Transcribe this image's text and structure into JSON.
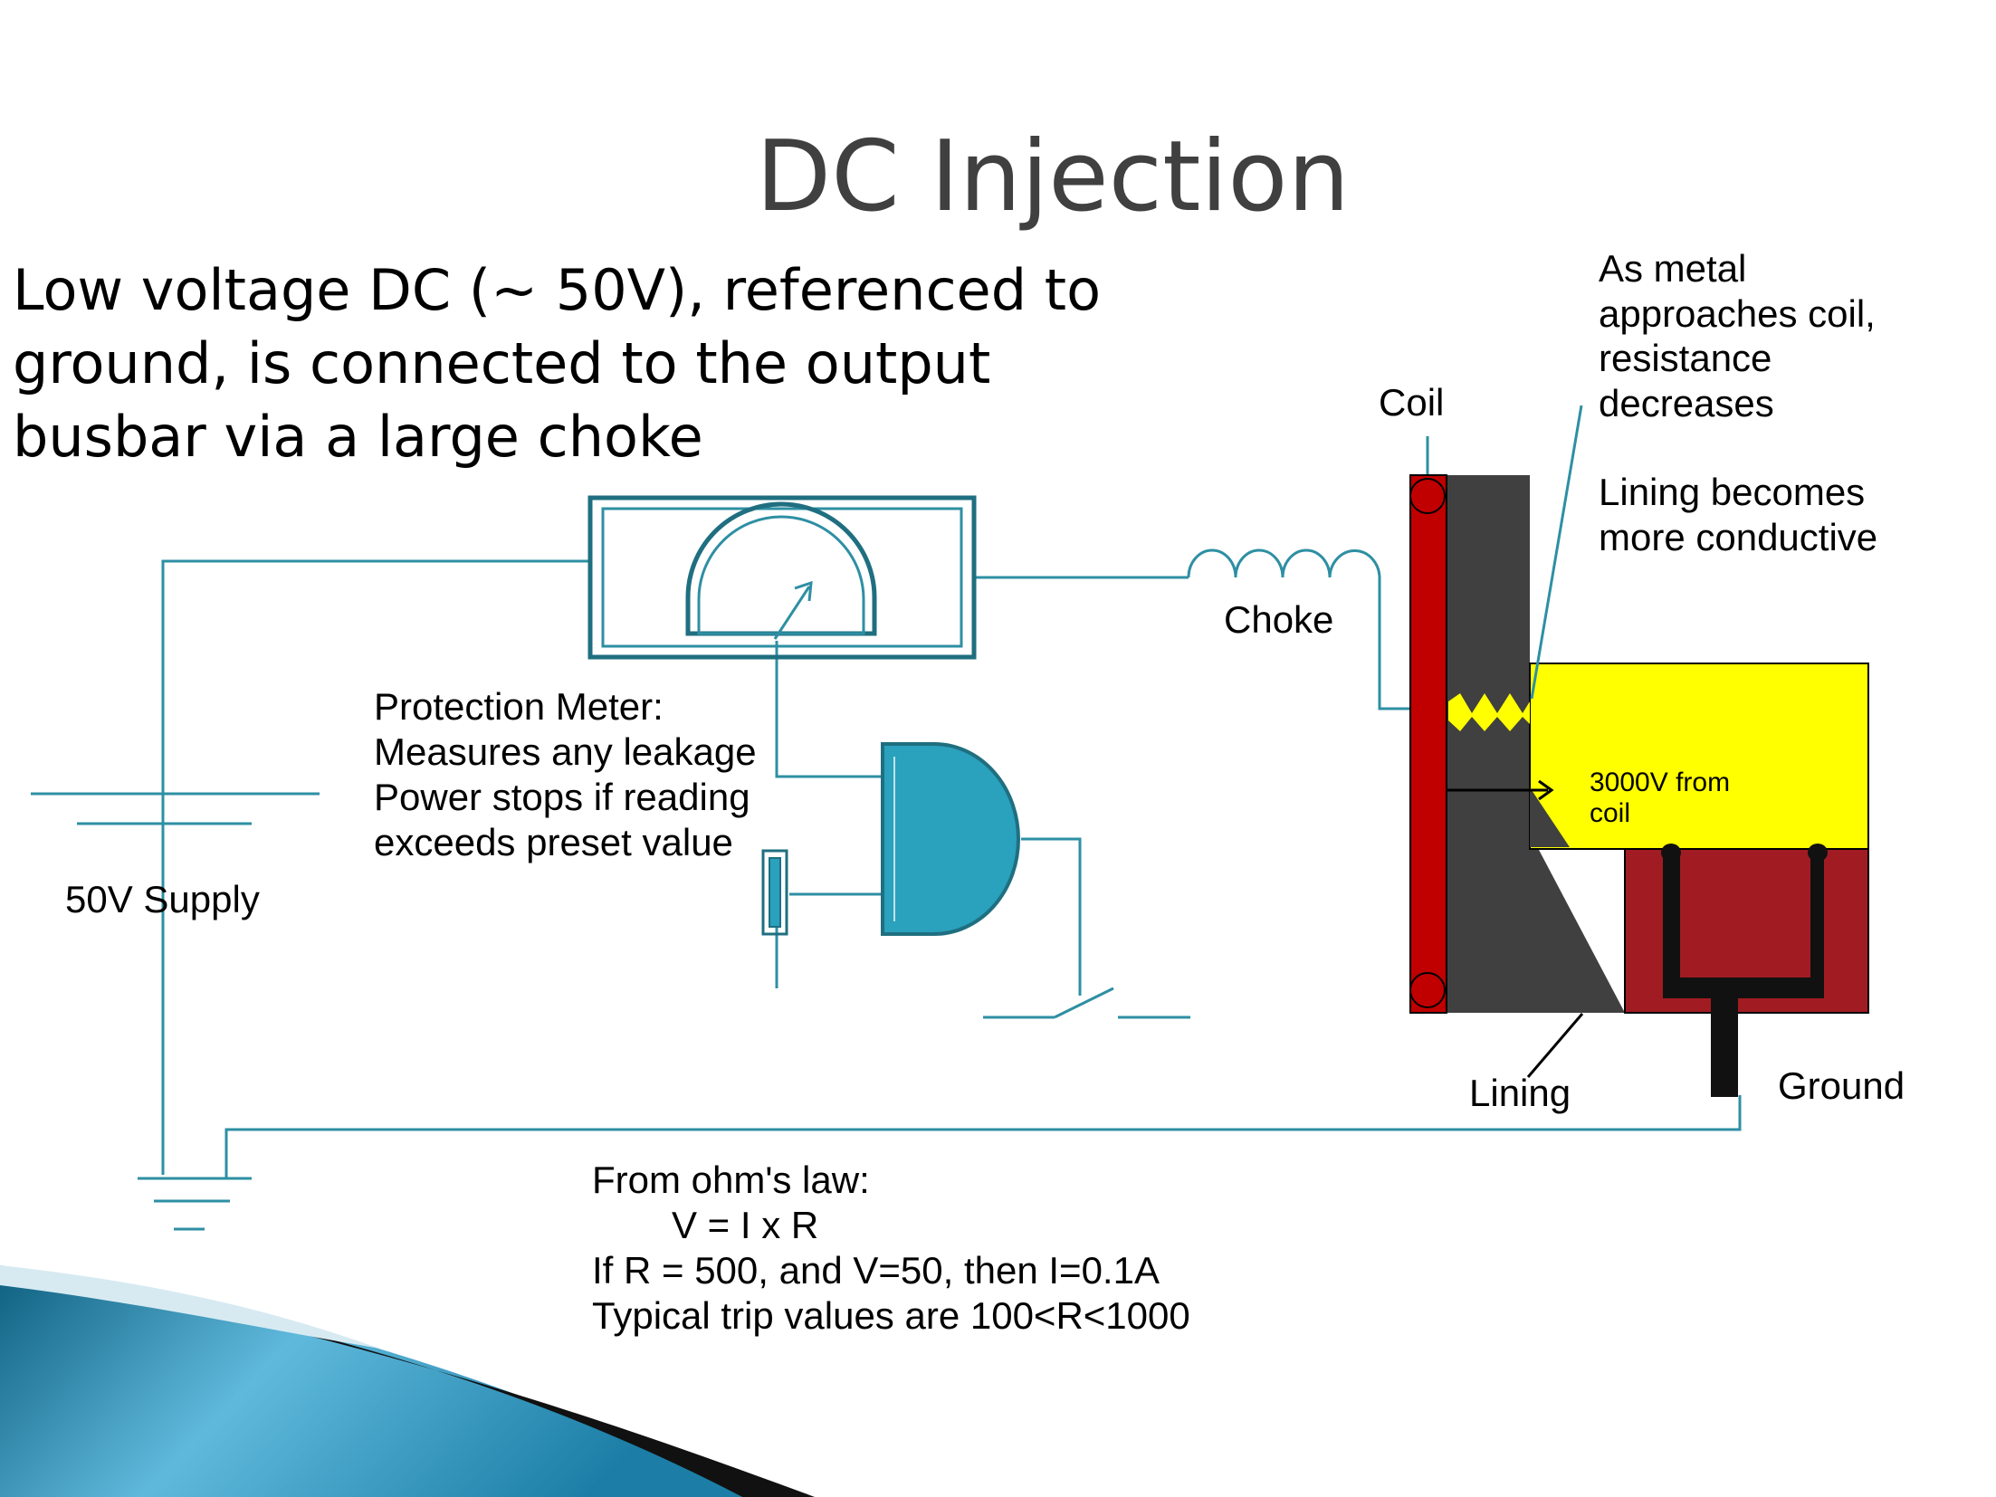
{
  "slide": {
    "title": "DC Injection",
    "intro_lines": [
      "Low voltage DC (~ 50V), referenced to",
      "ground, is connected to the output",
      "busbar via a large  choke"
    ]
  },
  "labels": {
    "supply": "50V Supply",
    "meter_lines": [
      "Protection Meter:",
      "Measures any leakage",
      "Power stops if reading",
      "exceeds preset value"
    ],
    "choke": "Choke",
    "coil": "Coil",
    "lining": "Lining",
    "ground": "Ground",
    "resistance_note_lines": [
      "As metal",
      "approaches coil,",
      "resistance",
      "decreases"
    ],
    "lining_note_lines": [
      "Lining becomes",
      "more conductive"
    ],
    "voltage_lines": [
      "3000V from",
      "coil"
    ],
    "ohms_lines": [
      "From ohm's law:",
      "V = I x R",
      "If R = 500, and V=50, then I=0.1A",
      "Typical trip values are 100<R<1000"
    ]
  },
  "colors": {
    "wire": "#2e8fa3",
    "meter_frame": "#1f6f80",
    "relay_fill": "#2aa1bd",
    "coil": "#c00000",
    "lining": "#404040",
    "melt": "#ffff00",
    "bath": "#a01c22",
    "electrode": "#111111",
    "title": "#404040"
  }
}
